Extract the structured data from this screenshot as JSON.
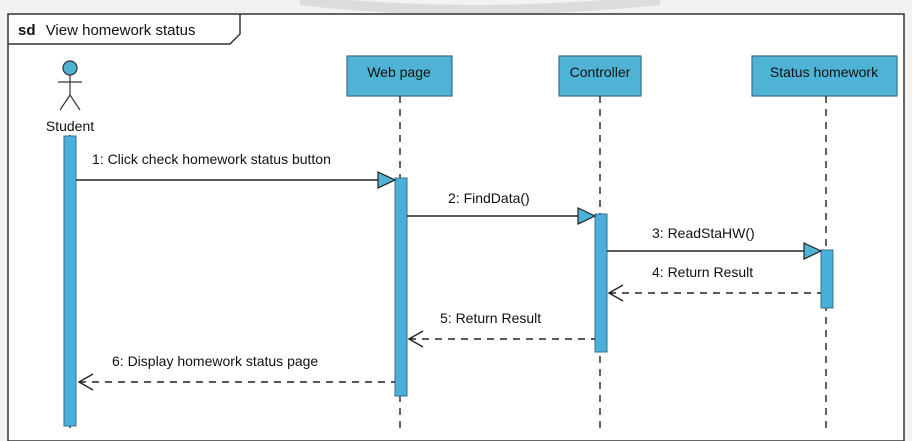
{
  "frame": {
    "keyword": "sd",
    "title": "View homework status"
  },
  "actor": {
    "name": "Student"
  },
  "lifelines": [
    {
      "name": "Web page"
    },
    {
      "name": "Controller"
    },
    {
      "name": "Status homework"
    }
  ],
  "messages": [
    {
      "label": "1: Click check homework status button",
      "kind": "sync"
    },
    {
      "label": "2: FindData()",
      "kind": "sync"
    },
    {
      "label": "3: ReadStaHW()",
      "kind": "sync"
    },
    {
      "label": "4: Return Result",
      "kind": "return"
    },
    {
      "label": "5: Return Result",
      "kind": "return"
    },
    {
      "label": "6: Display homework status page",
      "kind": "return"
    }
  ],
  "colors": {
    "lifeline_fill": "#4fb3d6",
    "lifeline_stroke": "#3a6f8a",
    "activation_fill": "#49b0dc",
    "line": "#222222",
    "frame_bg": "#ffffff"
  }
}
